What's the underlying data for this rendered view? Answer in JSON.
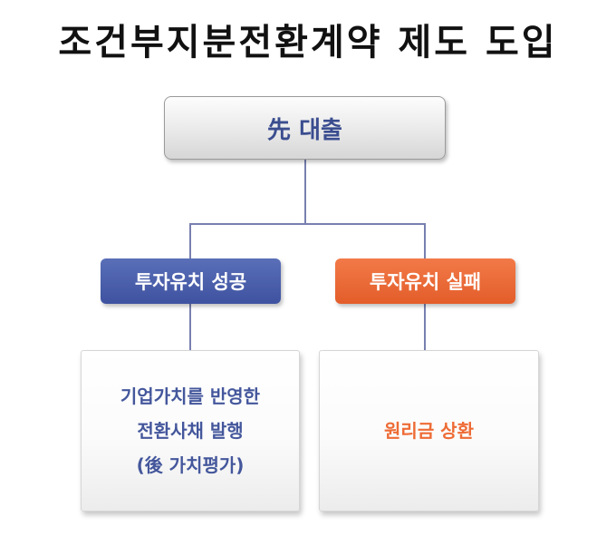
{
  "title": "조건부지분전환계약 제도 도입",
  "diagram": {
    "root": "先 대출",
    "branches": [
      {
        "label": "투자유치 성공",
        "color": "#4759a8",
        "outcome_lines": [
          "기업가치를 반영한",
          "전환사채 발행",
          "(後 가치평가)"
        ]
      },
      {
        "label": "투자유치 실패",
        "color": "#ec6a35",
        "outcome_lines": [
          "원리금 상환"
        ]
      }
    ],
    "connector_color": "#7880b0"
  }
}
